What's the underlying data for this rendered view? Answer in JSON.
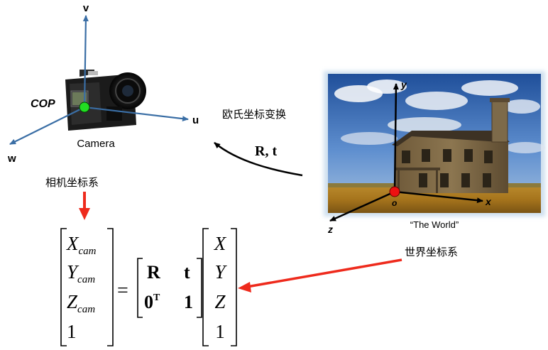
{
  "camera": {
    "axis_labels": {
      "u": "u",
      "v": "v",
      "w": "w"
    },
    "cop_label": "COP",
    "camera_label": "Camera",
    "coord_system_label": "相机坐标系"
  },
  "world": {
    "transform_label": "欧氏坐标变换",
    "transform_symbol": "R, t",
    "photo_caption": "“The World”",
    "axis_labels": {
      "x": "x",
      "y": "y",
      "z": "z",
      "origin": "o"
    },
    "coord_system_label": "世界坐标系"
  },
  "equation": {
    "lhs": [
      {
        "base": "X",
        "sub": "cam"
      },
      {
        "base": "Y",
        "sub": "cam"
      },
      {
        "base": "Z",
        "sub": "cam"
      },
      {
        "base": "1",
        "sub": ""
      }
    ],
    "equals": "=",
    "matrix": [
      [
        "R",
        "t"
      ],
      [
        "0",
        "1"
      ]
    ],
    "matrix_sup": "T",
    "rhs": [
      "X",
      "Y",
      "Z",
      "1"
    ]
  },
  "colors": {
    "camera_axes": "#3a6ea5",
    "cop_dot": "#22dd22",
    "origin_dot": "#ee1111",
    "red_arrow": "#ee2a1c"
  }
}
